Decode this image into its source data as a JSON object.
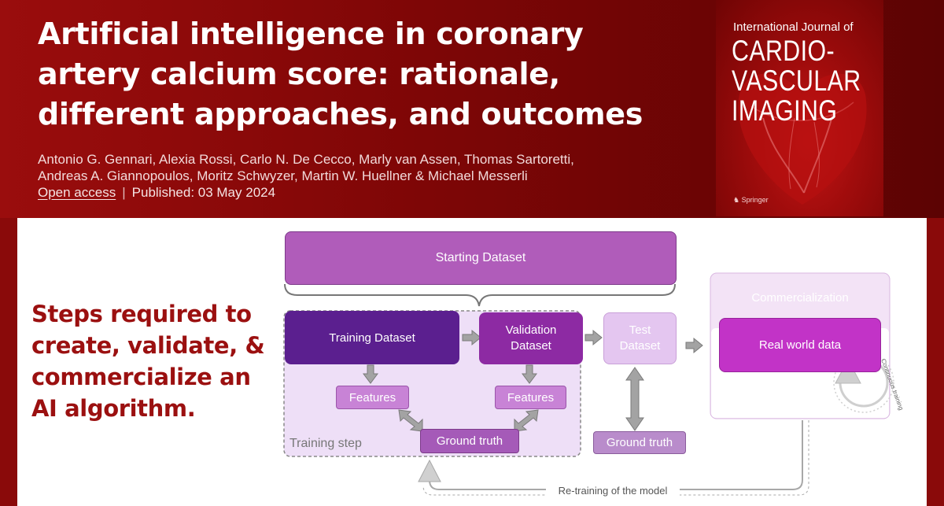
{
  "article": {
    "title": "Artificial intelligence in coronary artery calcium score: rationale, different approaches, and outcomes",
    "authors_line1": "Antonio G. Gennari, Alexia Rossi, Carlo N. De Cecco, Marly van Assen, Thomas Sartoretti,",
    "authors_line2": "Andreas A. Giannopoulos, Moritz Schwyzer, Martin W. Huellner & Michael Messerli",
    "access": "Open access",
    "separator": "|",
    "published": "Published: 03 May 2024"
  },
  "journal_cover": {
    "journal_prefix": "International Journal of",
    "journal_name_line1": "CARDIO-",
    "journal_name_line2": "VASCULAR",
    "journal_name_line3": "IMAGING",
    "publisher": "Springer"
  },
  "side_caption": "Steps required to create, validate, & commercialize an AI algorithm.",
  "diagram": {
    "starting_dataset": "Starting Dataset",
    "training_dataset": "Training Dataset",
    "validation_dataset_line1": "Validation",
    "validation_dataset_line2": "Dataset",
    "test_dataset_line1": "Test",
    "test_dataset_line2": "Dataset",
    "features_left": "Features",
    "features_right": "Features",
    "ground_truth_training": "Ground truth",
    "ground_truth_test": "Ground truth",
    "training_step": "Training step",
    "commercialization": "Commercialization",
    "real_world_data": "Real world data",
    "continuous_training": "Continuous training",
    "retraining": "Re-training of the model"
  },
  "colors": {
    "header_red": "#8a0a0a",
    "caption_red": "#9b1010",
    "starting_purple": "#b05cba",
    "training_purple": "#5b1f8f",
    "validation_purple": "#8d2aa3",
    "light_purple": "#d8a6e6",
    "commercial_purple": "#c233c7"
  }
}
